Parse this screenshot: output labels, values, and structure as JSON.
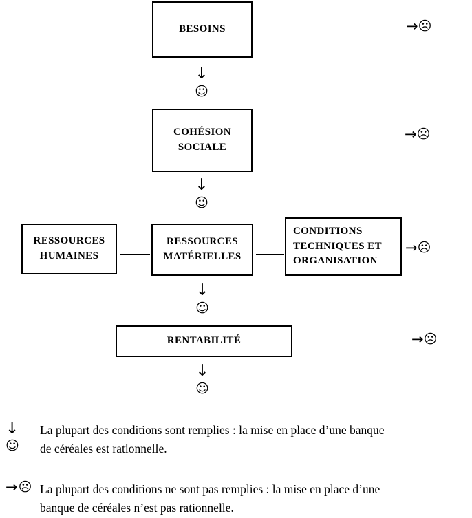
{
  "diagram": {
    "title_text": "",
    "nodes": [
      {
        "id": "besoins",
        "label": "BESOINS"
      },
      {
        "id": "cohesion",
        "label": "COHÉSION\nSOCIALE"
      },
      {
        "id": "ressources_humaines",
        "label": "RESSOURCES\nHUMAINES"
      },
      {
        "id": "ressources_materielles",
        "label": "RESSOURCES\nMATÉRIELLES"
      },
      {
        "id": "conditions",
        "label": "CONDITIONS\nTECHNIQUES ET\nORGANISATION"
      },
      {
        "id": "rentabilite",
        "label": "RENTABILITÉ"
      }
    ],
    "glyphs": {
      "arrow_down": "↓",
      "arrow_right": "→",
      "smiley": "☺",
      "frowny": "☹"
    },
    "icon_names": {
      "arrow_down": "arrow-down-icon",
      "arrow_right": "arrow-right-icon",
      "smiley": "smiley-face-icon",
      "frowny": "sad-face-icon"
    }
  },
  "legend": {
    "rows": [
      {
        "key_arrow": "↓",
        "key_face": "☺",
        "line1": "La plupart des conditions sont remplies : la mise en place d’une banque",
        "line2": "de céréales est rationnelle."
      },
      {
        "key_arrow": "→",
        "key_face": "☹",
        "line1": "La plupart des conditions ne sont pas remplies : la mise en place d’une",
        "line2": "banque de céréales n’est pas rationnelle."
      }
    ]
  },
  "colors": {
    "ink": "#000000",
    "paper": "#ffffff"
  }
}
